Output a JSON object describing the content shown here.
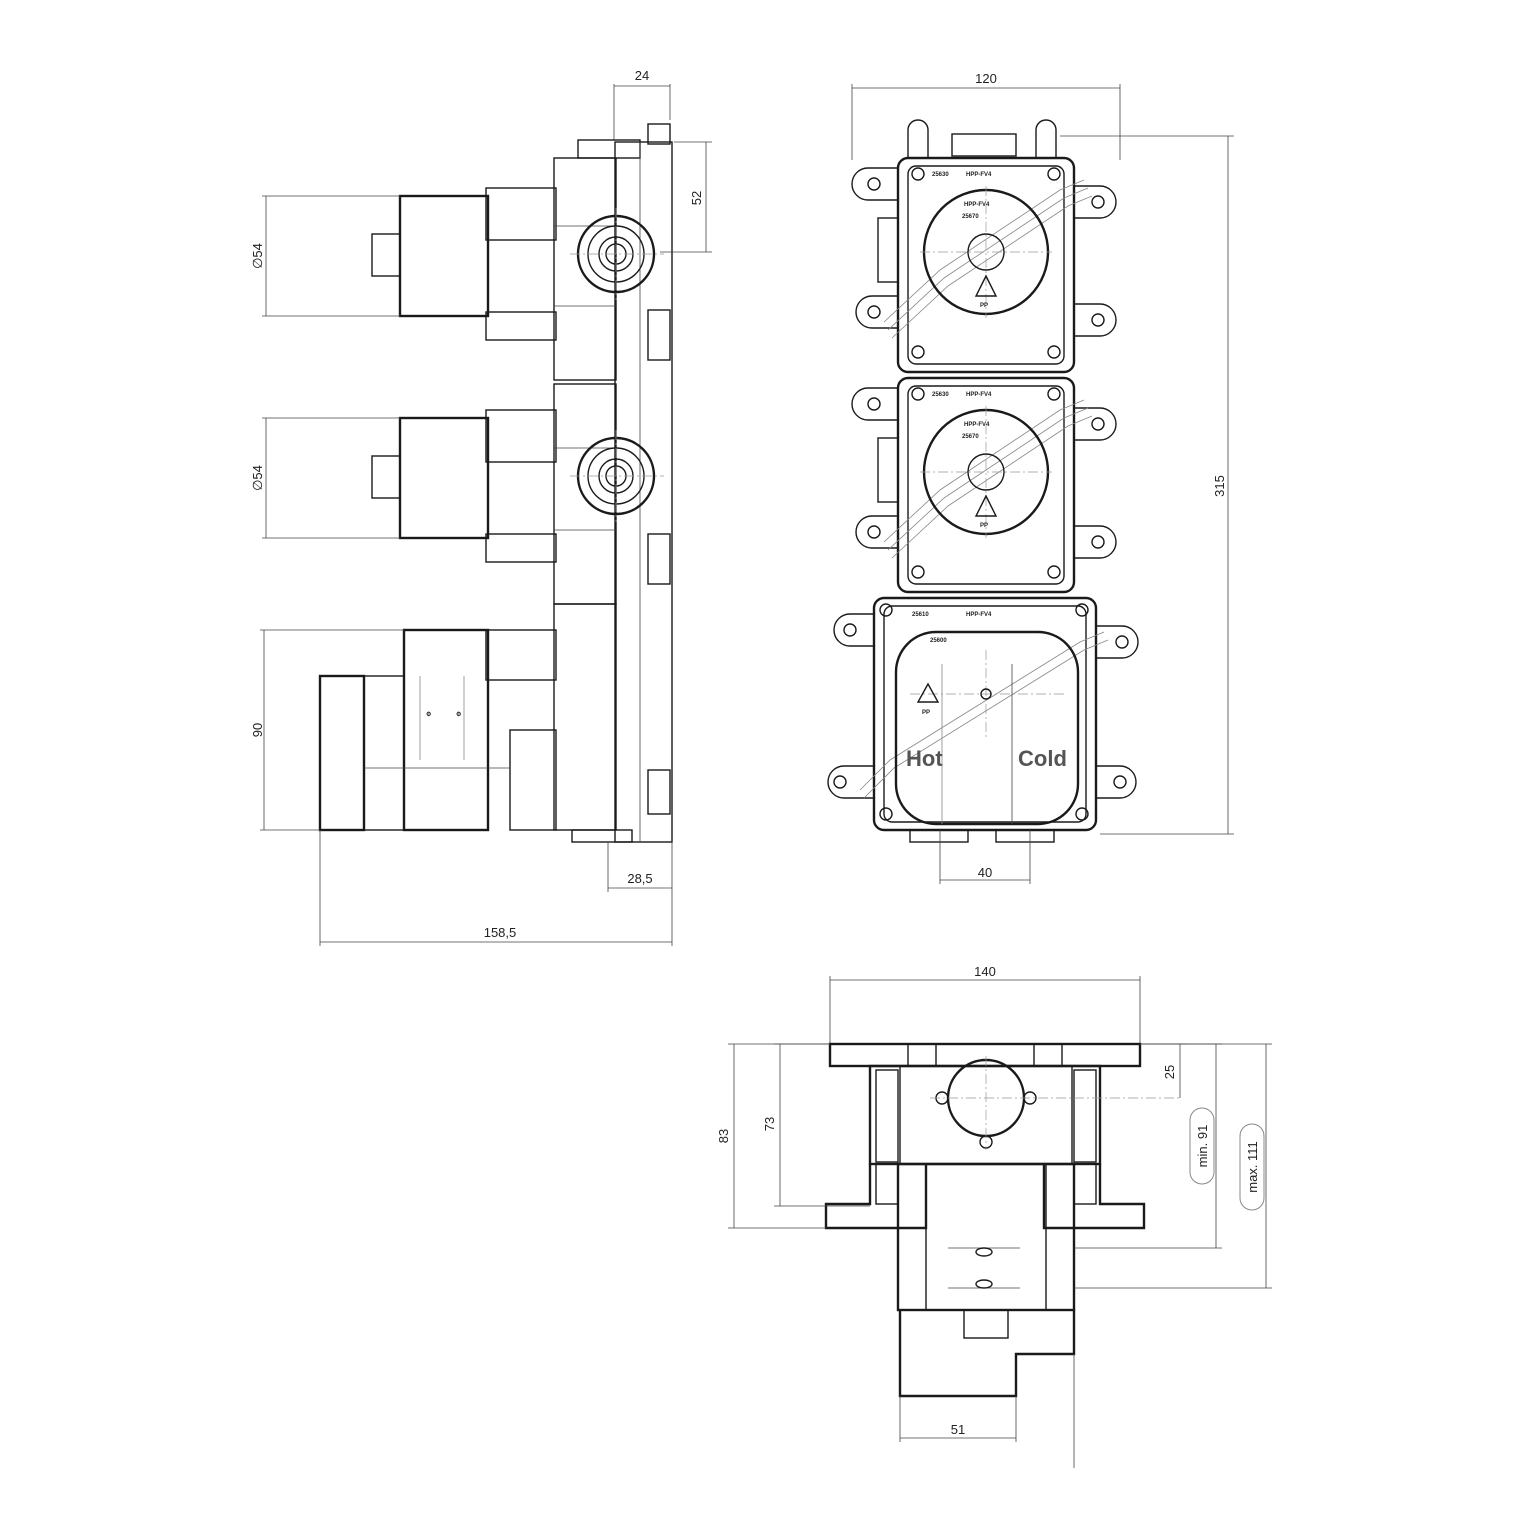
{
  "side_view": {
    "dim_top_width": "24",
    "dim_top_height": "52",
    "dim_diameter_upper": "∅54",
    "dim_diameter_lower": "∅54",
    "dim_lower_height": "90",
    "dim_outlet_depth": "28,5",
    "dim_total_depth": "158,5"
  },
  "front_view": {
    "dim_width": "120",
    "dim_height": "315",
    "dim_outlet_spacing": "40",
    "module_codes": [
      "25630",
      "HPP-FV4",
      "HPP-FV4",
      "25670",
      "25630",
      "HPP-FV4",
      "HPP-FV4",
      "25670",
      "25610",
      "HPP-FV4",
      "25600"
    ],
    "label_hot": "Hot",
    "label_cold": "Cold",
    "material_mark": "PP"
  },
  "bottom_view": {
    "dim_width": "140",
    "dim_25": "25",
    "dim_83": "83",
    "dim_73": "73",
    "dim_min": "min. 91",
    "dim_max": "max. 111",
    "dim_51": "51"
  }
}
